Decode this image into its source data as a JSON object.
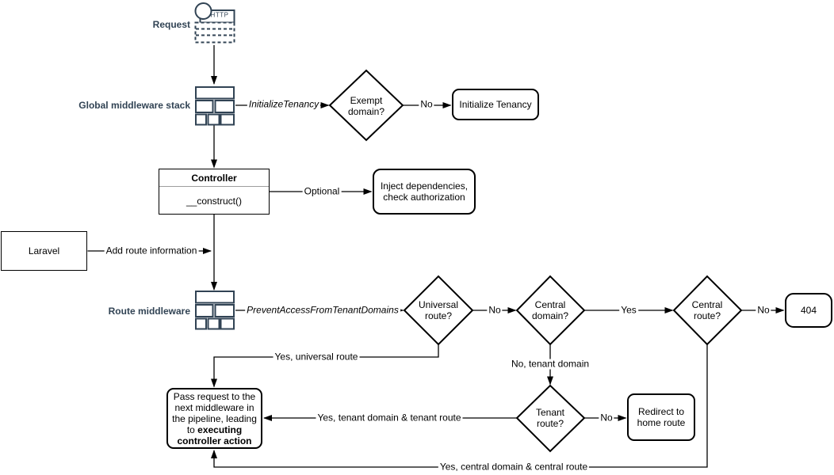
{
  "labels": {
    "request": "Request",
    "http": "HTTP",
    "global_middleware": "Global middleware stack",
    "route_middleware": "Route middleware"
  },
  "nodes": {
    "exempt_domain": "Exempt domain?",
    "initialize_tenancy": "Initialize Tenancy",
    "controller_title": "Controller",
    "controller_method": "__construct()",
    "inject_dependencies": "Inject dependencies, check authorization",
    "laravel": "Laravel",
    "universal_route": "Universal route?",
    "central_domain": "Central domain?",
    "central_route": "Central route?",
    "not_found": "404",
    "tenant_route": "Tenant route?",
    "redirect_home": "Redirect to home route",
    "pass_request_normal": "Pass request to the next middleware in the pipeline, leading to ",
    "pass_request_bold": "executing controller action"
  },
  "edges": {
    "initialize_tenancy_middleware": "InitializeTenancy",
    "exempt_no": "No",
    "optional": "Optional",
    "add_route_information": "Add route information",
    "prevent_access": "PreventAccessFromTenantDomains",
    "universal_no": "No",
    "central_domain_yes": "Yes",
    "central_route_no": "No",
    "universal_yes": "Yes, universal route",
    "tenant_domain_no": "No, tenant domain",
    "tenant_route_no": "No",
    "tenant_yes": "Yes, tenant domain & tenant route",
    "central_yes": "Yes, central domain & central route"
  },
  "colors": {
    "icon_navy": "#314354",
    "line_black": "#000000",
    "node_fill": "#ffffff",
    "uml_divider": "#9e9e9e"
  }
}
